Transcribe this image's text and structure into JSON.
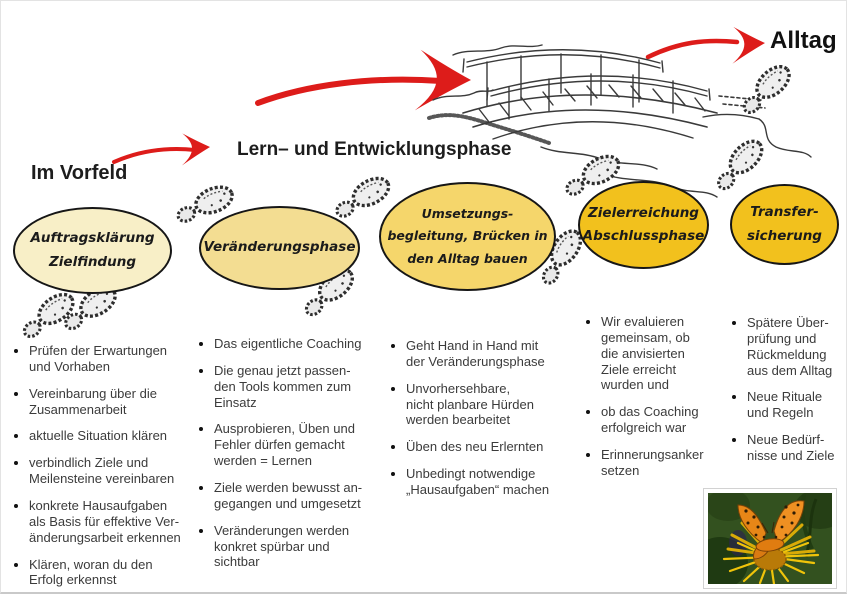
{
  "headers": {
    "im_vorfeld": "Im Vorfeld",
    "lern_phase": "Lern– und Entwicklungsphase",
    "alltag": "Alltag"
  },
  "colors": {
    "arrow_red": "#dd1c1a",
    "bubble_cream": "#f8efc7",
    "bubble_light_yellow": "#f3dd92",
    "bubble_yellow": "#f5d66b",
    "bubble_gold": "#f2c11d",
    "outline": "#161616",
    "body_text": "#3b3b3b"
  },
  "icons": {
    "red_arrow": "hand-drawn curved red arrow",
    "bridge": "hand-drawn arched footbridge sketch",
    "footprint": "grungy shoe-print stamp",
    "butterfly_photo": "orange fritillary butterfly on yellow flower"
  },
  "phases": [
    {
      "fill": "#f8efc7",
      "bubble_lines": [
        "Auftragsklärung",
        "Zielfindung"
      ],
      "notes": [
        "Prüfen der Erwartungen\nund Vorhaben",
        "Vereinbarung über die\nZusammenarbeit",
        "aktuelle Situation klären",
        "verbindlich Ziele und\nMeilensteine vereinbaren",
        "konkrete Hausaufgaben\nals Basis für effektive Ver-\nänderungsarbeit  erkennen",
        "Klären, woran du den\nErfolg erkennst"
      ]
    },
    {
      "fill": "#f3dd92",
      "bubble_lines": [
        "Veränderungsphase"
      ],
      "notes": [
        "Das eigentliche Coaching",
        "Die genau jetzt passen-\nden Tools kommen zum\nEinsatz",
        "Ausprobieren, Üben und\nFehler dürfen gemacht\nwerden = Lernen",
        "Ziele werden bewusst an-\ngegangen und umgesetzt",
        "Veränderungen werden\nkonkret spürbar und\nsichtbar"
      ]
    },
    {
      "fill": "#f5d66b",
      "bubble_lines": [
        "Umsetzungs-",
        "begleitung, Brücken in",
        "den Alltag bauen"
      ],
      "notes": [
        "Geht Hand in Hand mit\nder Veränderungsphase",
        "Unvorhersehbare,\nnicht planbare Hürden\nwerden bearbeitet",
        "Üben des neu Erlernten",
        "Unbedingt notwendige\n„Hausaufgaben“ machen"
      ]
    },
    {
      "fill": "#f2c11d",
      "bubble_lines": [
        "Zielerreichung",
        "Abschlussphase"
      ],
      "notes": [
        "Wir evaluieren\ngemeinsam, ob\ndie anvisierten\nZiele erreicht\nwurden und",
        "ob das Coaching\nerfolgreich war",
        "Erinnerungsanker\nsetzen"
      ]
    },
    {
      "fill": "#f2c11d",
      "bubble_lines": [
        "Transfer-",
        "sicherung"
      ],
      "notes": [
        "Spätere Über-\nprüfung und\nRückmeldung\naus dem Alltag",
        "Neue Rituale\nund Regeln",
        "Neue Bedürf-\nnisse und Ziele"
      ]
    }
  ]
}
